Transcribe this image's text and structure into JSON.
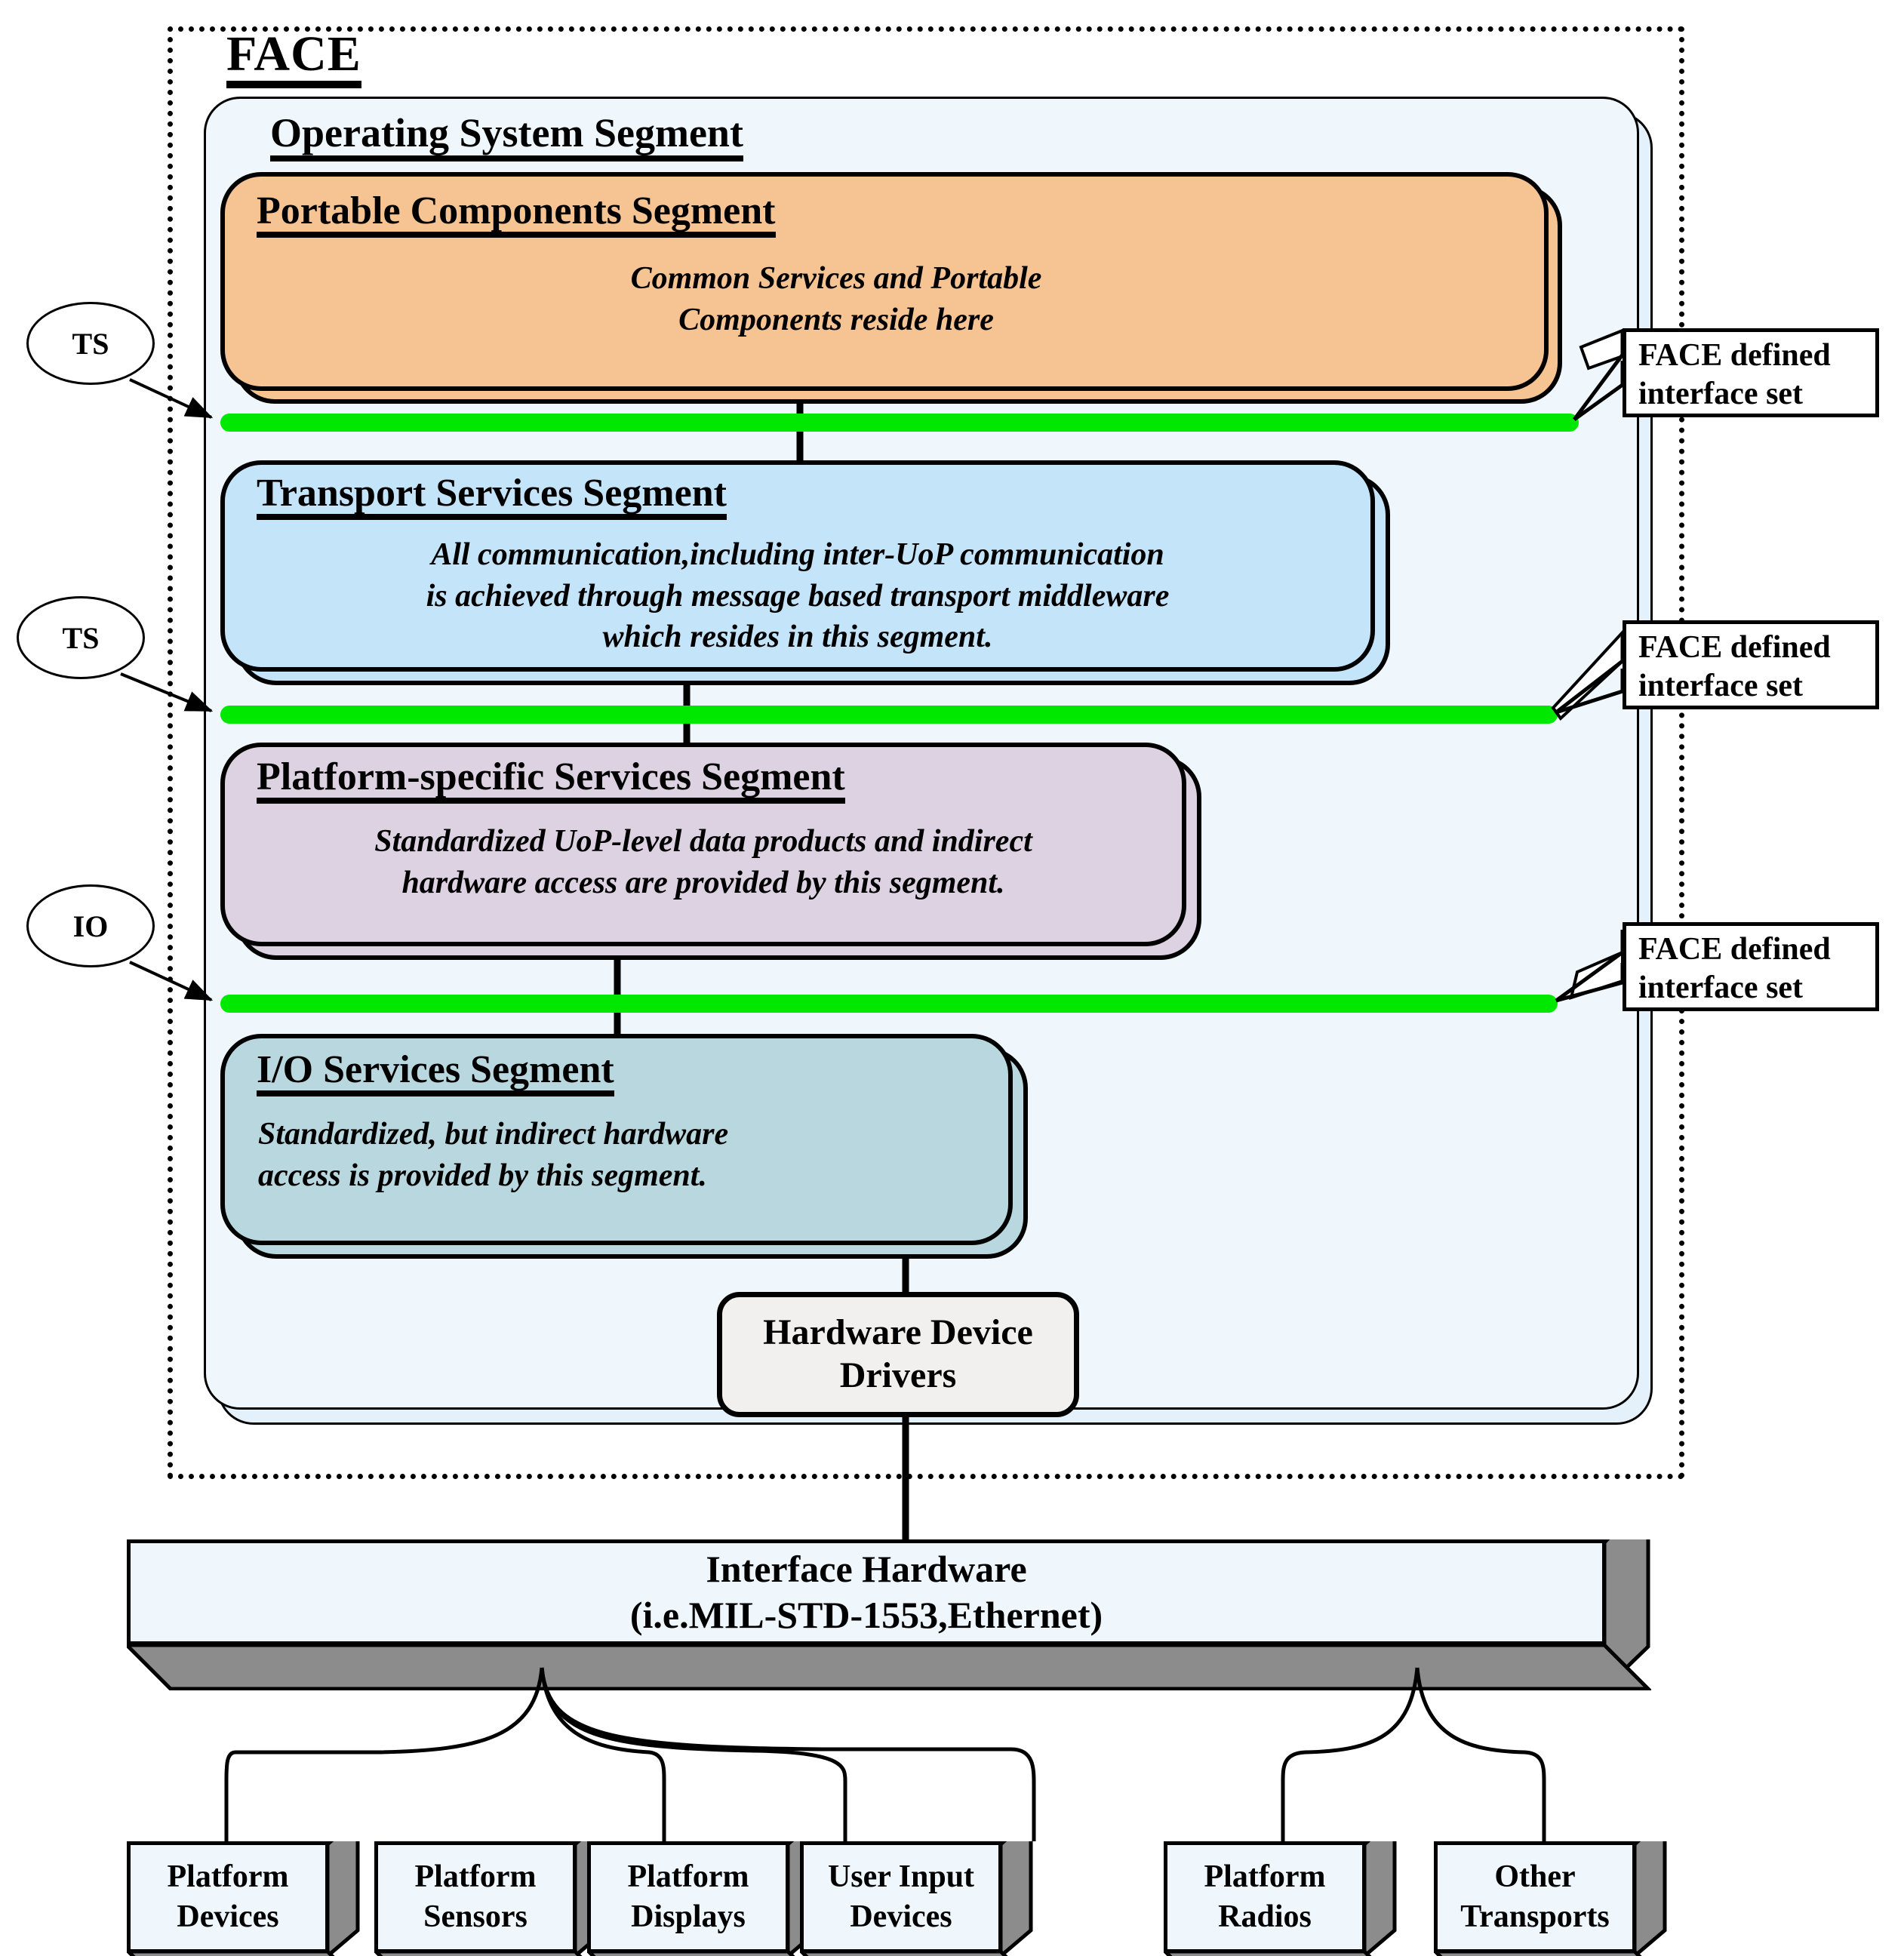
{
  "diagram": {
    "title": "FACE",
    "colors": {
      "os_segment": "#eff7fd",
      "portable_components": "#f6c393",
      "transport_services": "#c4e4f9",
      "platform_specific": "#ddd2e2",
      "io_services": "#b8d7de",
      "hardware_drivers": "#f1f0ee",
      "interface_bar_green": "#00e800",
      "device_box": "#eff7fd",
      "device_3d_shadow": "#8c8c8c"
    }
  },
  "os_segment": {
    "title": "Operating System Segment"
  },
  "segments": [
    {
      "id": "portable-components",
      "title": "Portable Components Segment",
      "desc_line1": "Common Services and Portable",
      "desc_line2": "Components reside here"
    },
    {
      "id": "transport-services",
      "title": "Transport Services Segment",
      "desc_line1": "All communication,including inter-UoP communication",
      "desc_line2": "is achieved through message based transport middleware",
      "desc_line3": "which resides in this segment."
    },
    {
      "id": "platform-specific-services",
      "title": "Platform-specific Services Segment",
      "desc_line1": "Standardized UoP-level data products and indirect",
      "desc_line2": "hardware access are provided by this segment."
    },
    {
      "id": "io-services",
      "title": "I/O Services Segment",
      "desc_line1": "Standardized, but indirect hardware",
      "desc_line2": "access is provided by this segment."
    }
  ],
  "interface_tags": [
    {
      "id": "ts-upper",
      "label": "TS"
    },
    {
      "id": "ts-lower",
      "label": "TS"
    },
    {
      "id": "io",
      "label": "IO"
    }
  ],
  "callouts": [
    {
      "id": "callout-1",
      "line1": "FACE defined",
      "line2": "interface set"
    },
    {
      "id": "callout-2",
      "line1": "FACE defined",
      "line2": "interface set"
    },
    {
      "id": "callout-3",
      "line1": "FACE defined",
      "line2": "interface set"
    }
  ],
  "hardware_drivers": {
    "line1": "Hardware Device",
    "line2": "Drivers"
  },
  "interface_hardware": {
    "line1": "Interface Hardware",
    "line2": "(i.e.MIL-STD-1553,Ethernet)"
  },
  "devices": [
    {
      "id": "platform-devices",
      "line1": "Platform",
      "line2": "Devices"
    },
    {
      "id": "platform-sensors",
      "line1": "Platform",
      "line2": "Sensors"
    },
    {
      "id": "platform-displays",
      "line1": "Platform",
      "line2": "Displays"
    },
    {
      "id": "user-input-devices",
      "line1": "User Input",
      "line2": "Devices"
    },
    {
      "id": "platform-radios",
      "line1": "Platform",
      "line2": "Radios"
    },
    {
      "id": "other-transports",
      "line1": "Other",
      "line2": "Transports"
    }
  ]
}
